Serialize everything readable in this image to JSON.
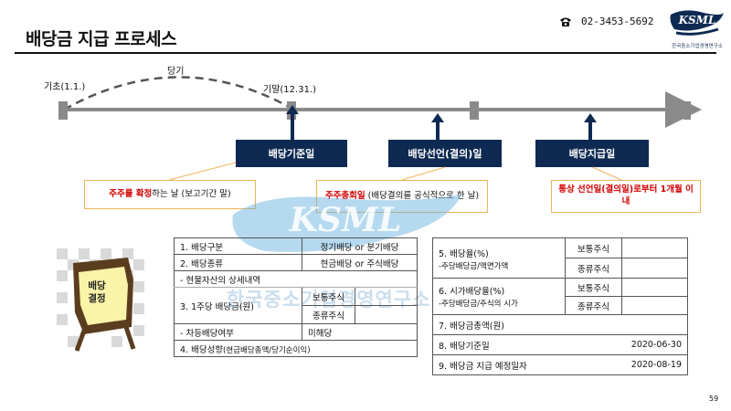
{
  "header": {
    "title": "배당금 지급 프로세스",
    "phone_icon": "phone-icon",
    "phone": "02-3453-5692",
    "logo_text": "KSML",
    "logo_sub": "한국중소기업경영연구소"
  },
  "timeline": {
    "start_label": "기초(1.1.)",
    "mid_label": "당기",
    "end_label": "기말(12.31.)",
    "milestones": [
      {
        "label": "배당기준일",
        "note_red": "주주를 확정",
        "note_plain": "하는 날 (보고기간 말)"
      },
      {
        "label": "배당선언(결의)일",
        "note_red": "주주총회일",
        "note_plain": " (배당결의를 공식적으로 한 날)"
      },
      {
        "label": "배당지급일",
        "note_red": "통상 선언일(결의일)로부터 1개월 이내",
        "note_plain": ""
      }
    ]
  },
  "sign": {
    "line1": "배당",
    "line2": "결정"
  },
  "watermark": {
    "text": "한국중소기업경영연구소",
    "brush_text": "KSML"
  },
  "left_table": {
    "row1": {
      "label": "1. 배당구분",
      "value": "정기배당 or 분기배당"
    },
    "row2": {
      "label": "2. 배당종류",
      "value": "현금배당 or 주식배당"
    },
    "row3": {
      "label": "- 현물자산의 상세내역"
    },
    "row4": {
      "label": "3. 1주당 배당금(원)",
      "sub1": "보통주식",
      "sub2": "종류주식"
    },
    "row5": {
      "label": "-    차등배당여부",
      "value": "미해당"
    },
    "row6": {
      "label": "4. 배당성향",
      "label_sub": "(현금배당총액/당기순이익)"
    }
  },
  "right_table": {
    "row1": {
      "label": "5. 배당율(%)",
      "label2": "-주당배당금/액면가액",
      "sub1": "보통주식",
      "sub2": "종류주식"
    },
    "row2": {
      "label": "6. 시가배당율(%)",
      "label2": "-주당배당금/주식의 시가",
      "sub1": "보통주식",
      "sub2": "종류주식"
    },
    "row3": {
      "label": "7. 배당금총액(원)"
    },
    "row4": {
      "label": "8. 배당기준일",
      "value": "2020-06-30"
    },
    "row5": {
      "label": "9. 배당금 지급 예정일자",
      "value": "2020-08-19"
    }
  },
  "page_number": "59"
}
